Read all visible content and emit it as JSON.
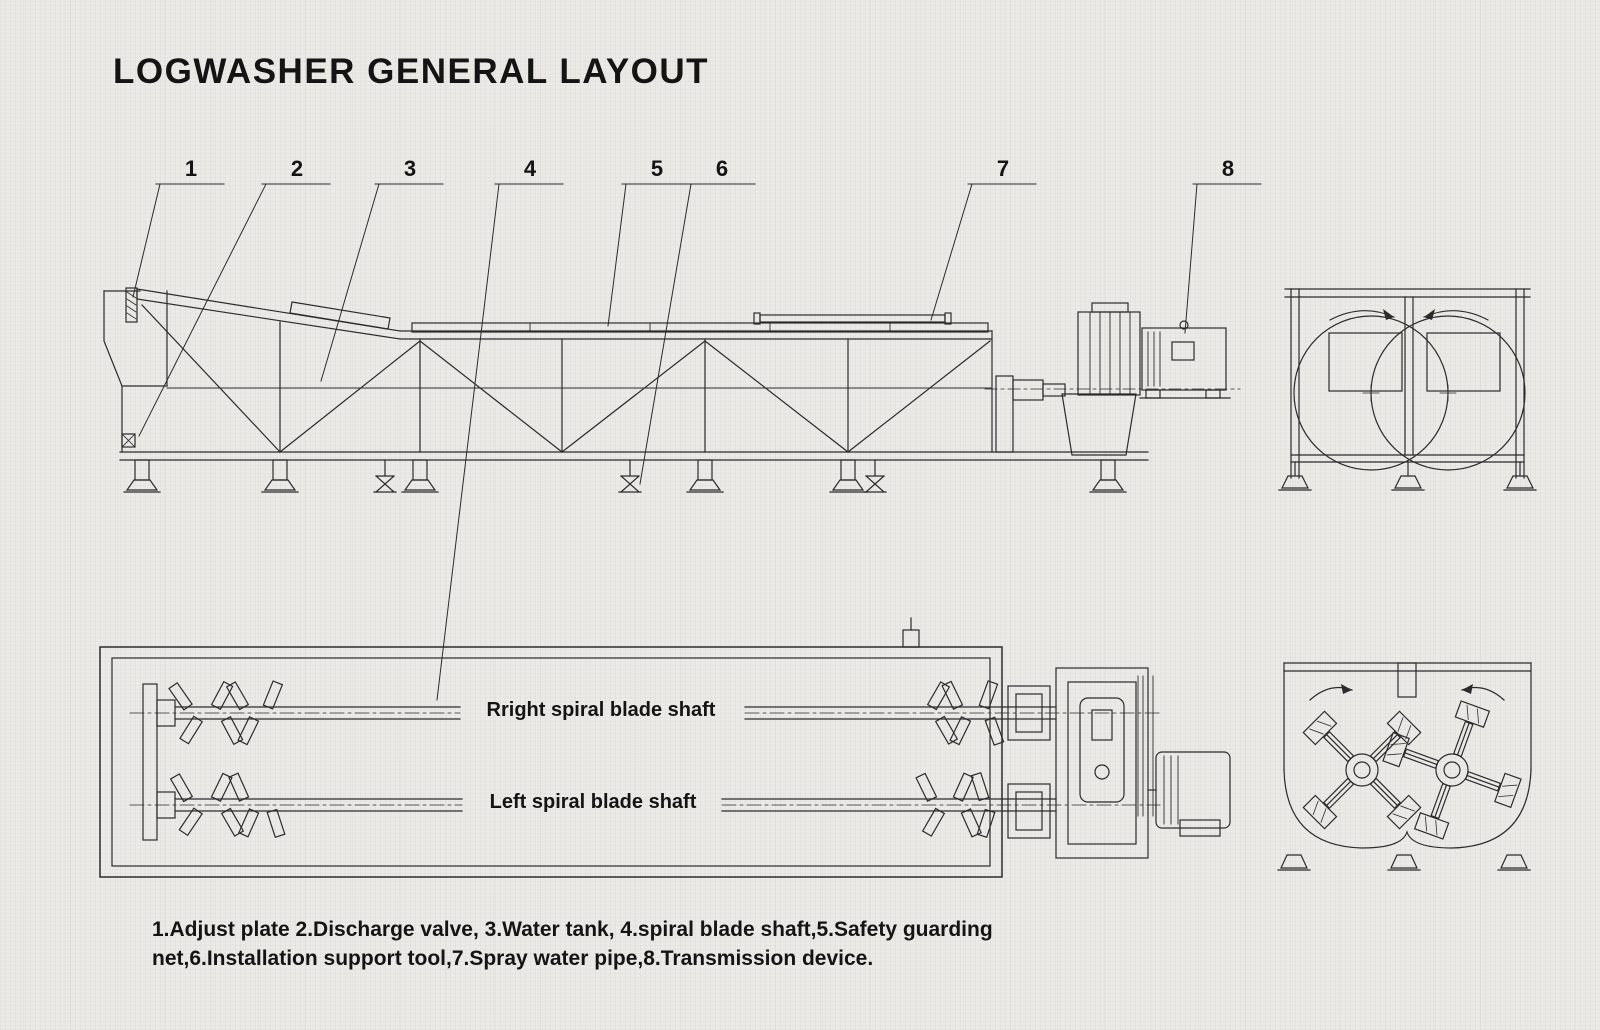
{
  "title": "LOGWASHER GENERAL LAYOUT",
  "callouts": [
    {
      "label": "1"
    },
    {
      "label": "2"
    },
    {
      "label": "3"
    },
    {
      "label": "4"
    },
    {
      "label": "5"
    },
    {
      "label": "6"
    },
    {
      "label": "7"
    },
    {
      "label": "8"
    }
  ],
  "plan_labels": {
    "right_shaft": "Rright spiral blade shaft",
    "left_shaft": "Left spiral blade shaft"
  },
  "legend": {
    "line1": "1.Adjust plate 2.Discharge valve, 3.Water tank, 4.spiral blade shaft,5.Safety guarding",
    "line2": "net,6.Installation support tool,7.Spray water pipe,8.Transmission device."
  },
  "colors": {
    "ink": "#2b2b2e",
    "paper": "#eceae6"
  }
}
